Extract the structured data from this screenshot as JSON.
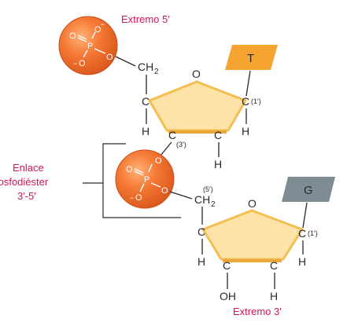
{
  "labels": {
    "extremo_5": "Extremo 5′",
    "extremo_3": "Extremo 3′",
    "enlace_line1": "Enlace",
    "enlace_line2": "fosfodiéster",
    "enlace_line3": "3′-5′"
  },
  "nucleotide_top": {
    "base": "T",
    "c5_label": "CH",
    "c5_sub": "2",
    "ring_oxygen": "O",
    "c1_label": "C",
    "c1_num": "(1′)",
    "c3_num": "(3′)",
    "carbon": "C",
    "hydrogen": "H"
  },
  "nucleotide_bottom": {
    "base": "G",
    "c5_label": "CH",
    "c5_sub": "2",
    "c5_num": "(5′)",
    "ring_oxygen": "O",
    "c1_label": "C",
    "c1_num": "(1′)",
    "carbon": "C",
    "hydrogen": "H",
    "hydroxyl": "OH"
  },
  "phosphate": {
    "P": "P",
    "O": "O",
    "O_minus": "O",
    "minus": "−"
  },
  "colors": {
    "phosphate": "#f07030",
    "phosphate_dark": "#c8501a",
    "sugar_fill": "#fde3a8",
    "sugar_edge": "#f3be52",
    "base_T": "#f6a431",
    "base_G": "#7f8c94",
    "label_magenta": "#d4145a"
  }
}
